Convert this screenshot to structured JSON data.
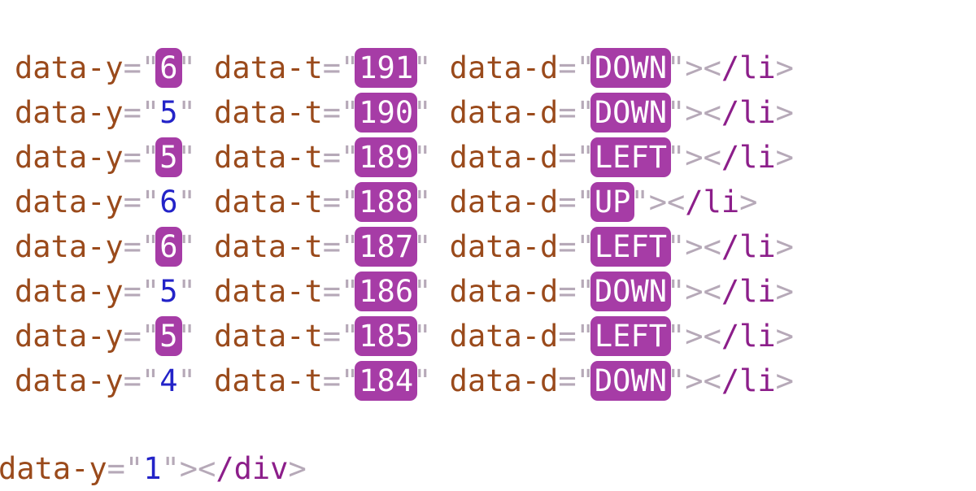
{
  "panel": {
    "kind": "devtools-elements-markup",
    "colors": {
      "background": "#ffffff",
      "attribute_name": "#9a4a1b",
      "attribute_value": "#2323c8",
      "punctuation": "#b6a9b8",
      "tag_name": "#8c1e8a",
      "update_highlight_bg": "#a63ca6",
      "update_highlight_text": "#ffffff"
    },
    "code_lines": [
      {
        "closing_tag": "li",
        "attributes": [
          {
            "name": "data-y",
            "value": "6",
            "highlighted": true
          },
          {
            "name": "data-t",
            "value": "191",
            "highlighted": true
          },
          {
            "name": "data-d",
            "value": "DOWN",
            "highlighted": true
          }
        ]
      },
      {
        "closing_tag": "li",
        "attributes": [
          {
            "name": "data-y",
            "value": "5",
            "highlighted": false
          },
          {
            "name": "data-t",
            "value": "190",
            "highlighted": true
          },
          {
            "name": "data-d",
            "value": "DOWN",
            "highlighted": true
          }
        ]
      },
      {
        "closing_tag": "li",
        "attributes": [
          {
            "name": "data-y",
            "value": "5",
            "highlighted": true
          },
          {
            "name": "data-t",
            "value": "189",
            "highlighted": true
          },
          {
            "name": "data-d",
            "value": "LEFT",
            "highlighted": true
          }
        ]
      },
      {
        "closing_tag": "li",
        "attributes": [
          {
            "name": "data-y",
            "value": "6",
            "highlighted": false
          },
          {
            "name": "data-t",
            "value": "188",
            "highlighted": true
          },
          {
            "name": "data-d",
            "value": "UP",
            "highlighted": true
          }
        ]
      },
      {
        "closing_tag": "li",
        "attributes": [
          {
            "name": "data-y",
            "value": "6",
            "highlighted": true
          },
          {
            "name": "data-t",
            "value": "187",
            "highlighted": true
          },
          {
            "name": "data-d",
            "value": "LEFT",
            "highlighted": true
          }
        ]
      },
      {
        "closing_tag": "li",
        "attributes": [
          {
            "name": "data-y",
            "value": "5",
            "highlighted": false
          },
          {
            "name": "data-t",
            "value": "186",
            "highlighted": true
          },
          {
            "name": "data-d",
            "value": "DOWN",
            "highlighted": true
          }
        ]
      },
      {
        "closing_tag": "li",
        "attributes": [
          {
            "name": "data-y",
            "value": "5",
            "highlighted": true
          },
          {
            "name": "data-t",
            "value": "185",
            "highlighted": true
          },
          {
            "name": "data-d",
            "value": "LEFT",
            "highlighted": true
          }
        ]
      },
      {
        "closing_tag": "li",
        "attributes": [
          {
            "name": "data-y",
            "value": "4",
            "highlighted": false
          },
          {
            "name": "data-t",
            "value": "184",
            "highlighted": true
          },
          {
            "name": "data-d",
            "value": "DOWN",
            "highlighted": true
          }
        ]
      }
    ],
    "trailing_line": {
      "closing_tag": "div",
      "attributes": [
        {
          "name": "data-y",
          "value": "1",
          "highlighted": false
        }
      ]
    },
    "syntax": {
      "equals_open_quote": "=\"",
      "close_quote": "\"",
      "gt": ">",
      "lt": "<",
      "slash": "/"
    }
  }
}
